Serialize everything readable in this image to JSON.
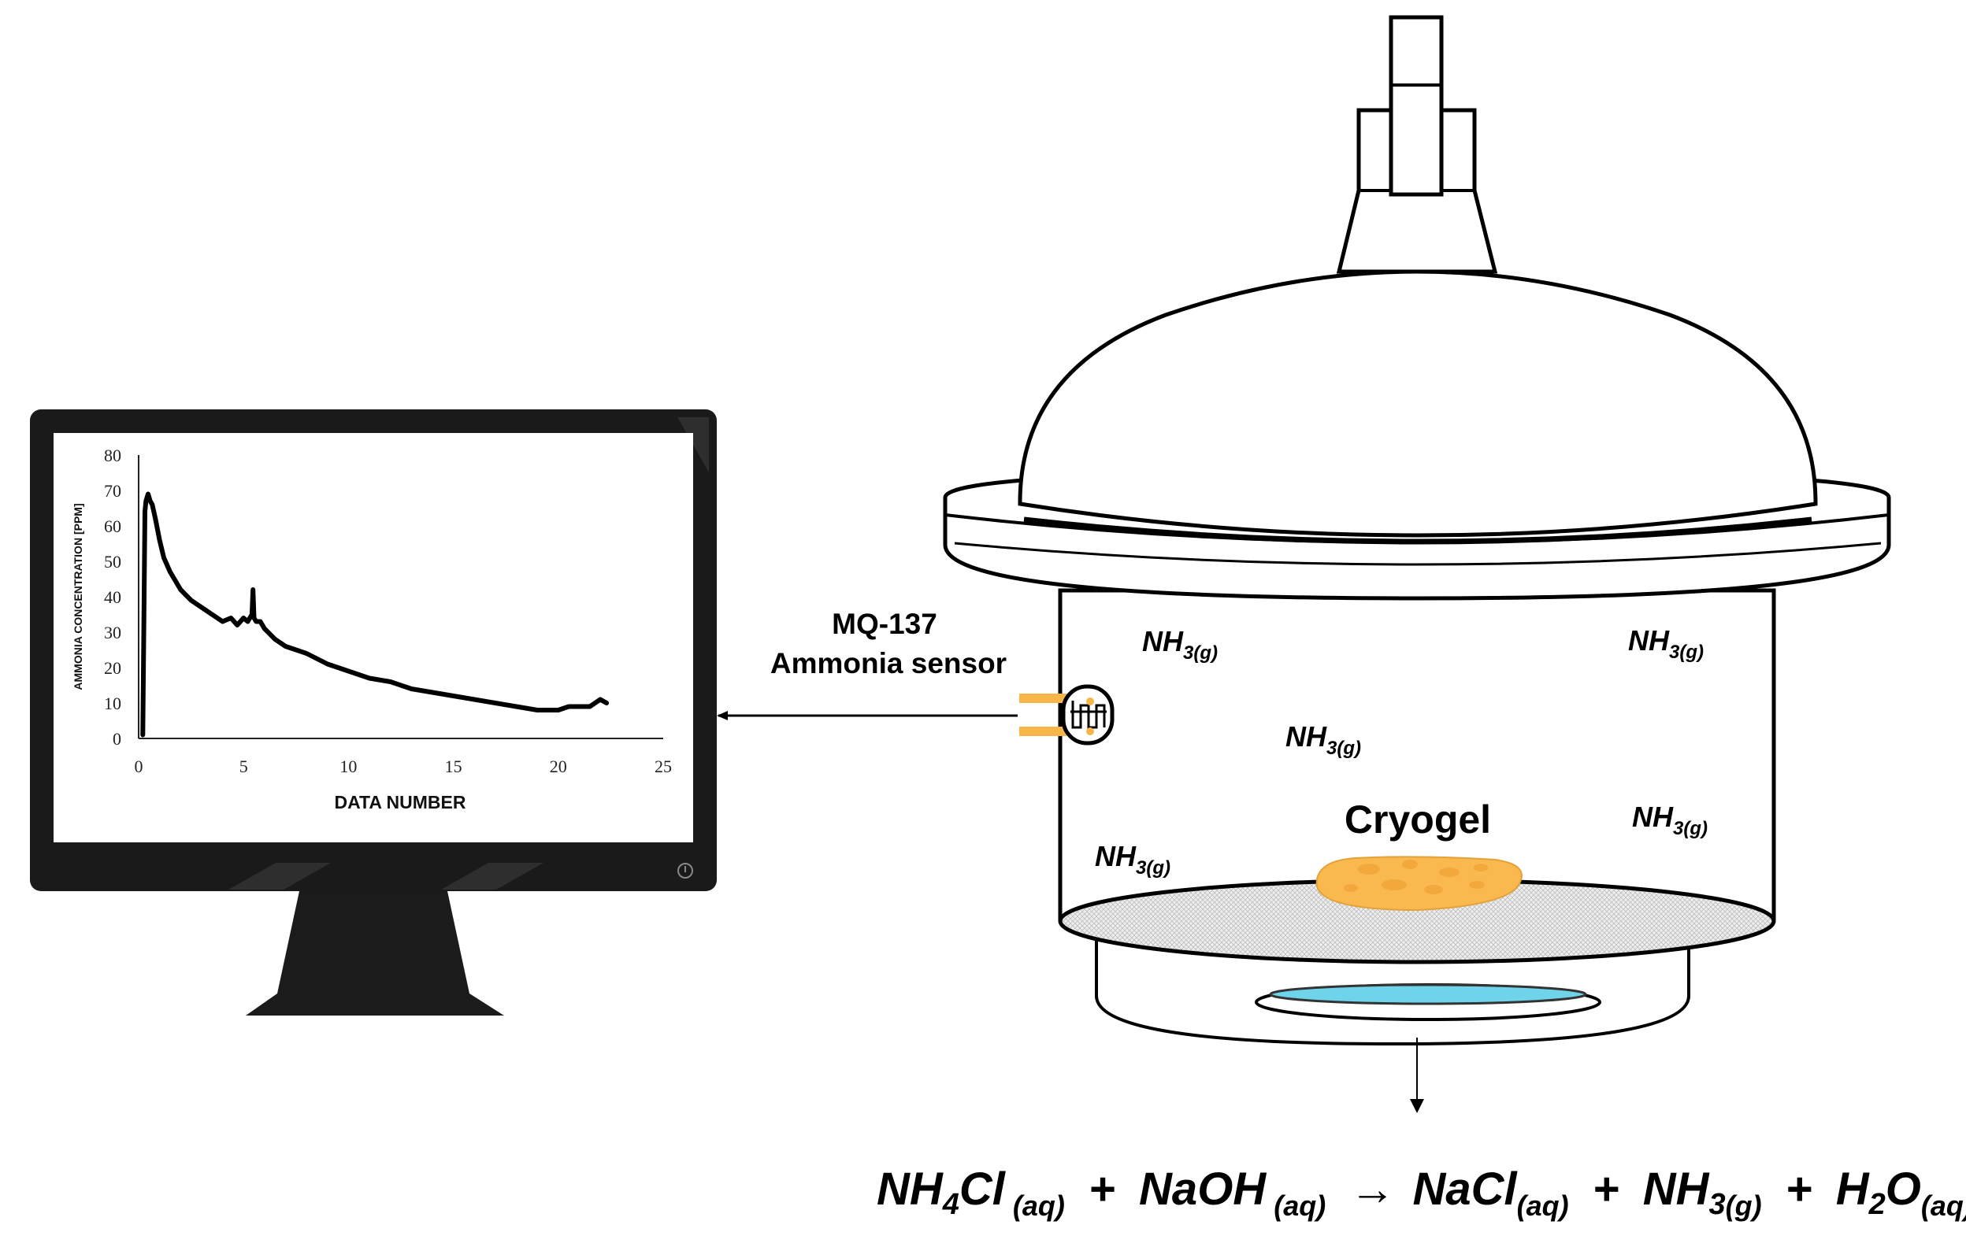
{
  "sensor": {
    "model": "MQ-137",
    "description": "Ammonia sensor"
  },
  "cryogel_label": "Cryogel",
  "gas_labels": [
    {
      "base": "NH",
      "sub": "3(g)"
    },
    {
      "base": "NH",
      "sub": "3(g)"
    },
    {
      "base": "NH",
      "sub": "3(g)"
    },
    {
      "base": "NH",
      "sub": "3(g)"
    },
    {
      "base": "NH",
      "sub": "3(g)"
    }
  ],
  "equation": {
    "reactant1": {
      "a": "NH",
      "a_sub": "4",
      "b": "Cl",
      "state": "(aq)"
    },
    "plus1": "+",
    "reactant2": {
      "a": "NaOH",
      "state": "(aq)"
    },
    "arrow": "→",
    "product1": {
      "a": "NaCl",
      "state": "(aq)"
    },
    "plus2": "+",
    "product2": {
      "a": "NH",
      "a_sub": "3",
      "state": "(g)"
    },
    "plus3": "+",
    "product3": {
      "a": "H",
      "a_sub": "2",
      "b": "O",
      "state": "(aq)"
    }
  },
  "colors": {
    "monitor_frame": "#1a1a1a",
    "cryogel": "#f9b94f",
    "sensor_pins": "#f7b54a",
    "liquid": "#6fd3ea"
  },
  "chart_data": {
    "type": "line",
    "xlabel": "DATA NUMBER",
    "ylabel": "AMMONIA CONCENTRATION [PPM]",
    "xlim": [
      0,
      25
    ],
    "ylim": [
      0,
      80
    ],
    "xticks": [
      0,
      5,
      10,
      15,
      20,
      25
    ],
    "yticks": [
      0,
      10,
      20,
      30,
      40,
      50,
      60,
      70,
      80
    ],
    "grid": false,
    "series": [
      {
        "x": [
          0.2,
          0.3,
          0.35,
          0.45,
          0.55,
          0.65,
          0.8,
          1.0,
          1.2,
          1.5,
          2.0,
          2.5,
          3.0,
          3.5,
          4.0,
          4.4,
          4.7,
          5.0,
          5.2,
          5.4,
          5.45,
          5.5,
          5.6,
          5.8,
          6.0,
          6.5,
          7.0,
          8.0,
          9.0,
          10.0,
          11.0,
          12.0,
          13.0,
          14.0,
          15.0,
          16.0,
          17.0,
          18.0,
          19.0,
          20.0,
          20.5,
          21.0,
          21.5,
          22.0,
          22.3
        ],
        "y": [
          1,
          64,
          67,
          69,
          67,
          66,
          62,
          56,
          51,
          47,
          42,
          39,
          37,
          35,
          33,
          34,
          32,
          34,
          33,
          35,
          42,
          34,
          33,
          33,
          31,
          28,
          26,
          24,
          21,
          19,
          17,
          16,
          14,
          13,
          12,
          11,
          10,
          9,
          8,
          8,
          9,
          9,
          9,
          11,
          10
        ]
      }
    ]
  }
}
